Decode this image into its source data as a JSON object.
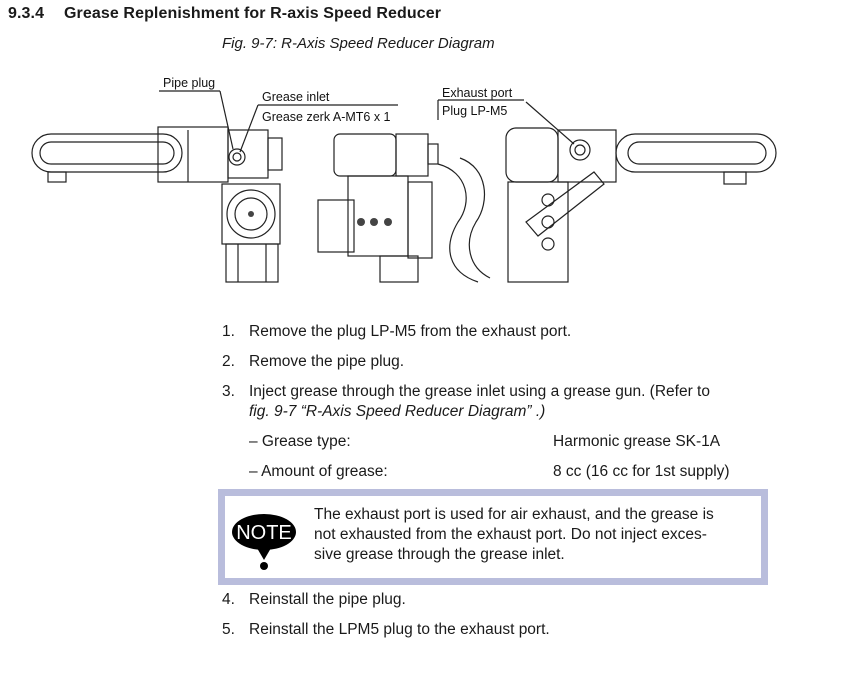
{
  "section": {
    "number": "9.3.4",
    "title": "Grease Replenishment for R-axis Speed Reducer"
  },
  "figure": {
    "caption": "Fig. 9-7: R-Axis Speed Reducer Diagram",
    "labels": {
      "pipe_plug": "Pipe plug",
      "grease_inlet": "Grease inlet",
      "grease_zerk": "Grease zerk A-MT6 x 1",
      "exhaust_port": "Exhaust port",
      "plug_lp": "Plug LP-M5"
    }
  },
  "steps_a": [
    {
      "num": "1.",
      "text": "Remove the plug LP-M5 from the exhaust port."
    },
    {
      "num": "2.",
      "text": "Remove the pipe plug."
    },
    {
      "num": "3.",
      "text": "Inject grease through the grease inlet using a grease gun.  (Refer to"
    }
  ],
  "step3_cont": "fig. 9-7  “R-Axis Speed Reducer Diagram” .)",
  "specs": [
    {
      "label": "– Grease type:",
      "value": "Harmonic grease SK-1A"
    },
    {
      "label": "– Amount of grease:",
      "value": "8 cc (16 cc for 1st supply)"
    }
  ],
  "note": {
    "badge": "NOTE",
    "lines": [
      "The exhaust port is used for air exhaust, and the grease is",
      "not exhausted from the exhaust port.  Do not inject exces-",
      "sive grease through the grease inlet."
    ]
  },
  "steps_b": [
    {
      "num": "4.",
      "text": "Reinstall the pipe plug."
    },
    {
      "num": "5.",
      "text": "Reinstall the LPM5 plug to the exhaust port."
    }
  ]
}
